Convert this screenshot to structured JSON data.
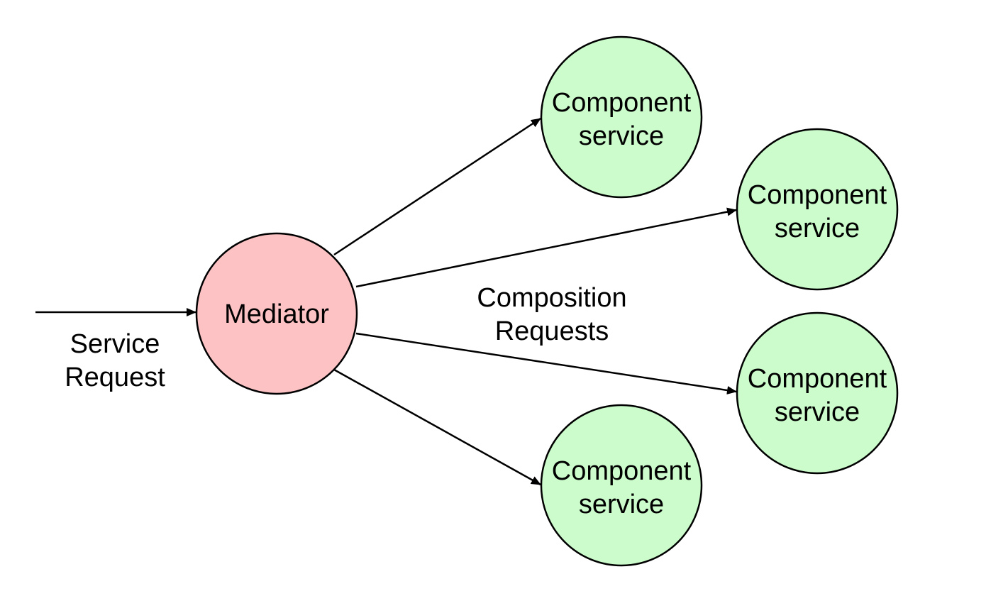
{
  "colors": {
    "mediator_fill": "#fcc2c4",
    "component_fill": "#ccfccc",
    "stroke": "#000000",
    "background": "#ffffff"
  },
  "mediator": {
    "label": "Mediator"
  },
  "components": [
    {
      "line1": "Component",
      "line2": "service"
    },
    {
      "line1": "Component",
      "line2": "service"
    },
    {
      "line1": "Component",
      "line2": "service"
    },
    {
      "line1": "Component",
      "line2": "service"
    }
  ],
  "service_request": {
    "line1": "Service",
    "line2": "Request"
  },
  "composition_requests": {
    "line1": "Composition",
    "line2": "Requests"
  }
}
